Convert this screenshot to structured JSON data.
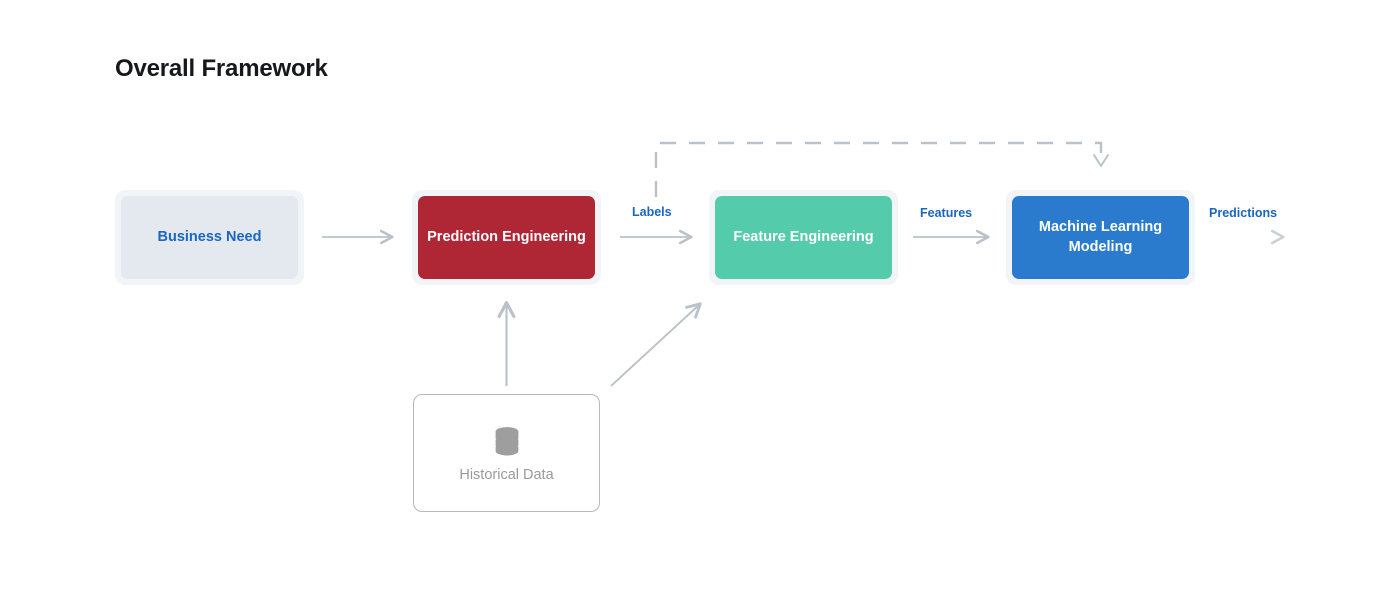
{
  "page": {
    "title": "Overall Framework",
    "background": "#ffffff"
  },
  "colors": {
    "title_text": "#16181d",
    "accent_blue": "#1a66c0",
    "box_halo": "#f1f5f8",
    "business_need_fill": "#e3e9ef",
    "prediction_engineering_fill": "#af2635",
    "feature_engineering_fill": "#54cbaa",
    "ml_modeling_fill": "#2a7bce",
    "connector_gray": "#b9c2ca",
    "data_node_border": "#b6babd",
    "data_node_text": "#9a9a9a",
    "db_icon": "#9e9e9e"
  },
  "diagram": {
    "stages": [
      {
        "id": "business-need",
        "label": "Business Need",
        "fill": "#e3e9ef",
        "text_color": "#1a66c0"
      },
      {
        "id": "prediction-engineering",
        "label": "Prediction Engineering",
        "fill": "#af2635",
        "text_color": "#ffffff"
      },
      {
        "id": "feature-engineering",
        "label": "Feature Engineering",
        "fill": "#54cbaa",
        "text_color": "#ffffff"
      },
      {
        "id": "ml-modeling",
        "label": "Machine Learning Modeling",
        "fill": "#2a7bce",
        "text_color": "#ffffff"
      }
    ],
    "data_node": {
      "id": "historical-data",
      "label": "Historical Data",
      "icon": "database-icon"
    },
    "edge_labels": [
      {
        "id": "labels",
        "label": "Labels"
      },
      {
        "id": "features",
        "label": "Features"
      },
      {
        "id": "predictions",
        "label": "Predictions"
      }
    ],
    "connectors": [
      {
        "id": "business-need-to-prediction-engineering",
        "style": "solid",
        "direction": "right"
      },
      {
        "id": "prediction-engineering-to-feature-engineering",
        "style": "solid",
        "direction": "right",
        "label": "Labels"
      },
      {
        "id": "feature-engineering-to-ml-modeling",
        "style": "solid",
        "direction": "right",
        "label": "Features"
      },
      {
        "id": "ml-modeling-to-output",
        "style": "solid-fade",
        "direction": "right",
        "label": "Predictions"
      },
      {
        "id": "historical-data-to-prediction-engineering",
        "style": "solid",
        "direction": "up"
      },
      {
        "id": "historical-data-to-feature-engineering",
        "style": "solid",
        "direction": "up-right"
      },
      {
        "id": "labels-to-ml-modeling",
        "style": "dashed",
        "direction": "up-over-down"
      }
    ]
  }
}
